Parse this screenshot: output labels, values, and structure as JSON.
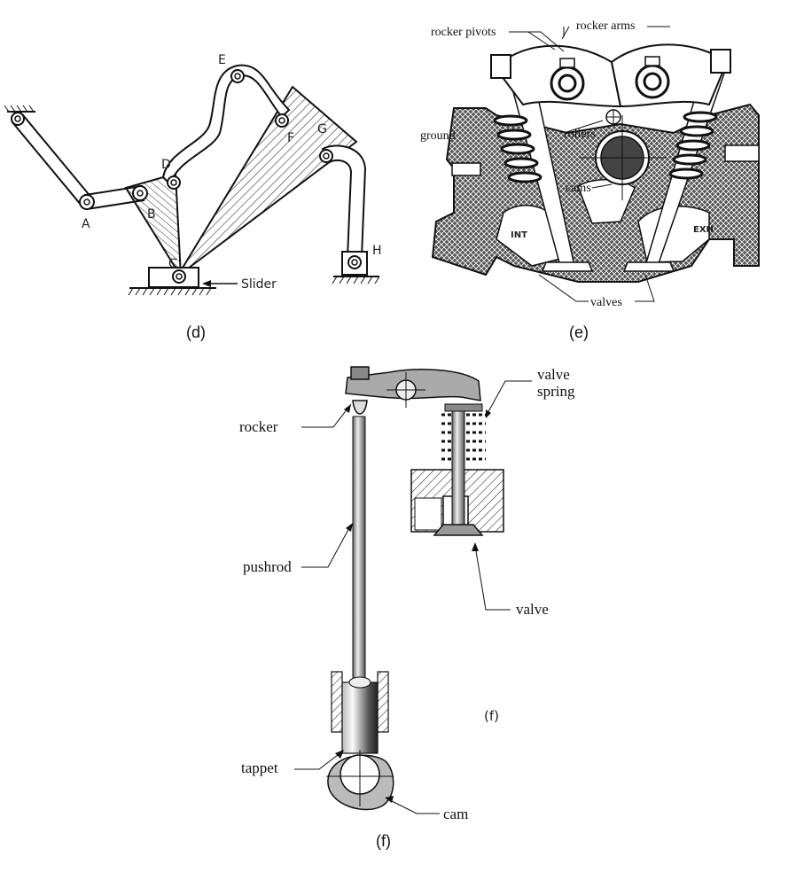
{
  "panel_d": {
    "labels": {
      "A": "A",
      "B": "B",
      "C": "C",
      "D": "D",
      "E": "E",
      "F": "F",
      "G": "G",
      "H": "H"
    },
    "slider_label": "Slider",
    "caption": "(d)"
  },
  "panel_e": {
    "rocker_pivots": "rocker pivots",
    "rocker_arms": "rocker arms",
    "ground": "ground",
    "rollers": "rollers",
    "cams": "cams",
    "intake": "INT",
    "exhaust": "EXH",
    "valves": "valves",
    "caption": "(e)"
  },
  "panel_f": {
    "rocker": "rocker",
    "valve_spring_line1": "valve",
    "valve_spring_line2": "spring",
    "pushrod": "pushrod",
    "valve": "valve",
    "inner_label": "(f)",
    "tappet": "tappet",
    "cam": "cam",
    "caption": "(f)"
  },
  "colors": {
    "line": "#111111",
    "hatch": "#333333",
    "background": "#ffffff"
  }
}
